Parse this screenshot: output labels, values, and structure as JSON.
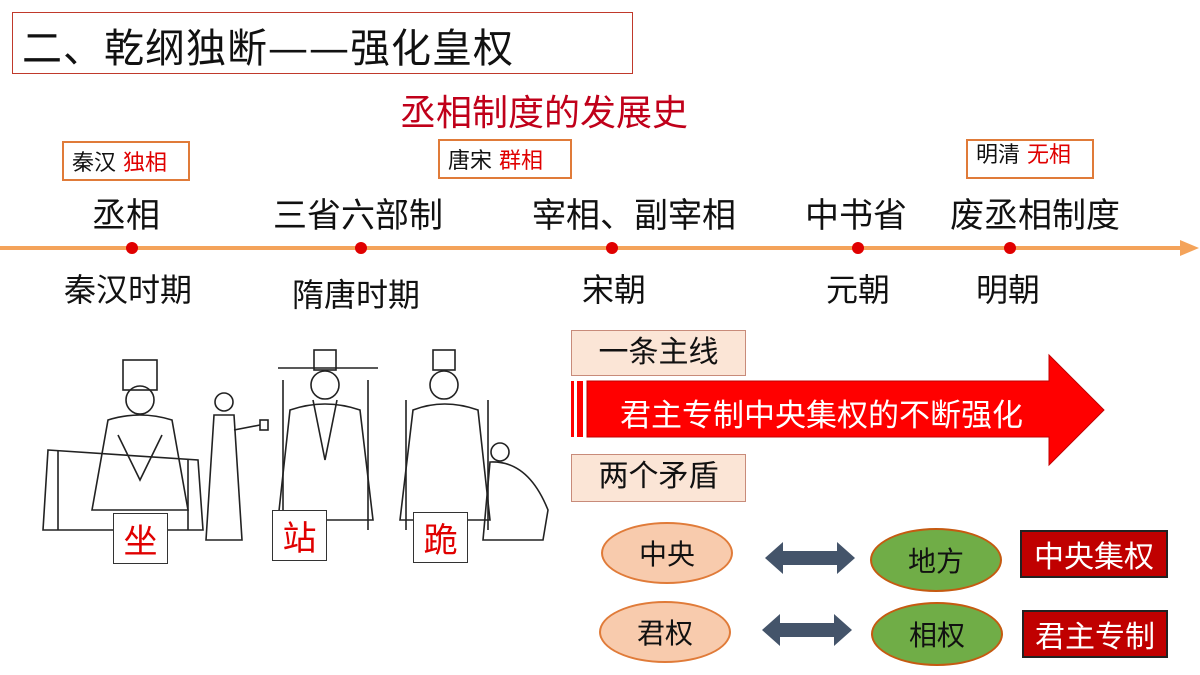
{
  "header": {
    "title": "二、乾纲独断——强化皇权",
    "subtitle": "丞相制度的发展史"
  },
  "timeline": {
    "tags": [
      {
        "black": "秦汉",
        "red": "独相"
      },
      {
        "black": "唐宋",
        "red": "群相"
      },
      {
        "black": "明清",
        "red": "无相"
      }
    ],
    "systems": [
      "丞相",
      "三省六部制",
      "宰相、副宰相",
      "中书省",
      "废丞相制度"
    ],
    "periods": [
      "秦汉时期",
      "隋唐时期",
      "宋朝",
      "元朝",
      "明朝"
    ],
    "colors": {
      "line": "#f4a35a",
      "dot": "#e00000"
    }
  },
  "figures": {
    "labels": [
      "坐",
      "站",
      "跪"
    ]
  },
  "summary": {
    "mainline_label": "一条主线",
    "arrow_text": "君主专制中央集权的不断强化",
    "contradictions_label": "两个矛盾",
    "pairs": [
      {
        "left": "中央",
        "right": "地方",
        "result": "中央集权"
      },
      {
        "left": "君权",
        "right": "相权",
        "result": "君主专制"
      }
    ],
    "colors": {
      "arrow": "#ff0000",
      "result": "#c00000",
      "ellipse_left": "#f8cbad",
      "ellipse_right": "#70ad47"
    }
  }
}
